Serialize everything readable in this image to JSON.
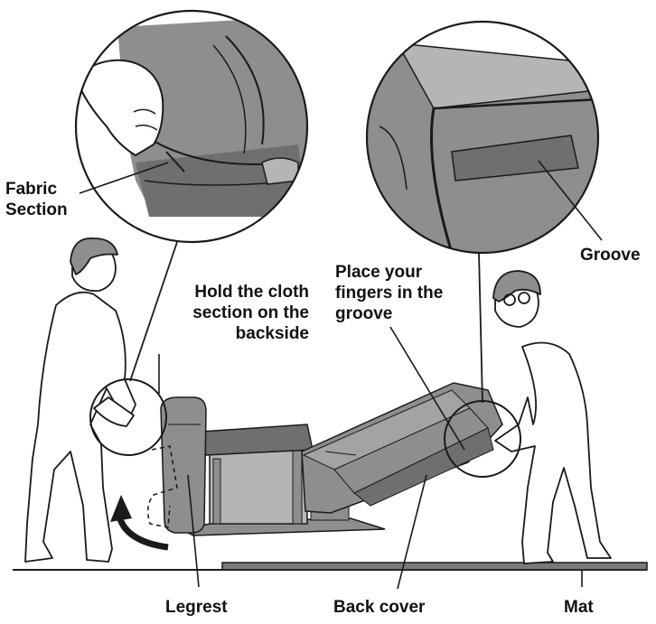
{
  "labels": {
    "fabric_section": [
      "Fabric",
      "Section"
    ],
    "hold_cloth": [
      "Hold the cloth",
      "section on the",
      "backside"
    ],
    "place_fingers": [
      "Place your",
      "fingers in the",
      "groove"
    ],
    "groove": "Groove",
    "legrest": "Legrest",
    "back_cover": "Back cover",
    "mat": "Mat"
  },
  "colors": {
    "line": "#1a1a1a",
    "chair_gray": "#8e8e8e",
    "chair_dark": "#6f6f6f",
    "chair_light": "#b5b5b5",
    "mat": "#7a7a7a",
    "person_fill": "#ffffff"
  }
}
